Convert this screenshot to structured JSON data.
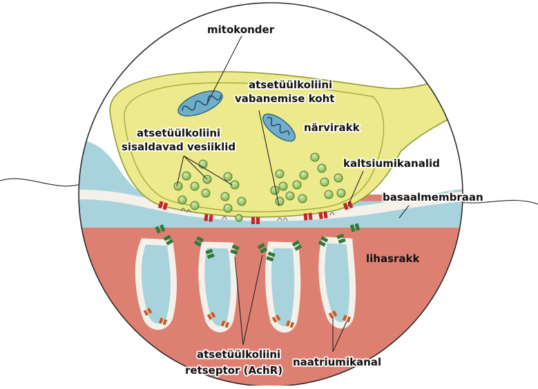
{
  "labels": {
    "mitochondrion": "mitokonder",
    "release_site_1": "atsetüülkoliini",
    "release_site_2": "vabanemise koht",
    "nerve_cell": "närvirakk",
    "vesicles_1": "atsetüülkoliini",
    "vesicles_2": "sisaldavad vesiiklid",
    "calcium_channels": "kaltsiumikanalid",
    "basal_membrane": "basaalmembraan",
    "muscle_cell": "lihasrakk",
    "receptor_1": "atsetüülkoliini",
    "receptor_2": "retseptor (AchR)",
    "sodium_channel": "naatriumikanal"
  },
  "colors": {
    "nerve": "#ecea8c",
    "nerve_outline": "#8e9a2e",
    "cleft": "#a9d3dc",
    "muscle": "#dd8072",
    "membrane": "#f4f1ea",
    "vesicle": "#9bc866",
    "mito": "#6eaec8",
    "calcium_channel": "#c4232f",
    "receptor": "#2f7a3a",
    "sodium_channel": "#d0571c"
  }
}
